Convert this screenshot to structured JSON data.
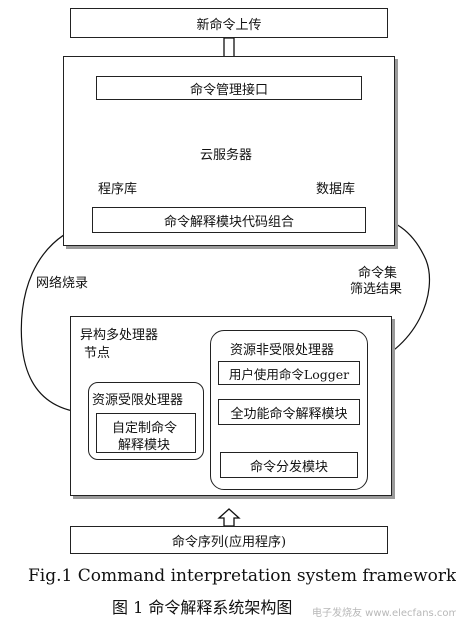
{
  "diagram": {
    "new_command_upload": "新命令上传",
    "cloud_server": {
      "mgmt_interface": "命令管理接口",
      "label": "云服务器",
      "program_db": "程序库",
      "data_db": "数据库",
      "module_combo": "命令解释模块代码组合"
    },
    "network_burn": "网络烧录",
    "filter_result_line1": "命令集",
    "filter_result_line2": "筛选结果",
    "hetero_node": {
      "label_line1": "异构多处理器",
      "label_line2": "节点",
      "limited_proc": {
        "label": "资源受限处理器",
        "custom_module_line1": "自定制命令",
        "custom_module_line2": "解释模块"
      },
      "unlimited_proc": {
        "label": "资源非受限处理器",
        "logger": "用户使用命令Logger",
        "full_module": "全功能命令解释模块",
        "dispatch": "命令分发模块"
      }
    },
    "command_sequence": "命令序列(应用程序)"
  },
  "caption": {
    "en": "Fig.1    Command interpretation system framework",
    "zh": "图 1    命令解释系统架构图"
  },
  "watermark": "电子发烧友 www.elecfans.com"
}
